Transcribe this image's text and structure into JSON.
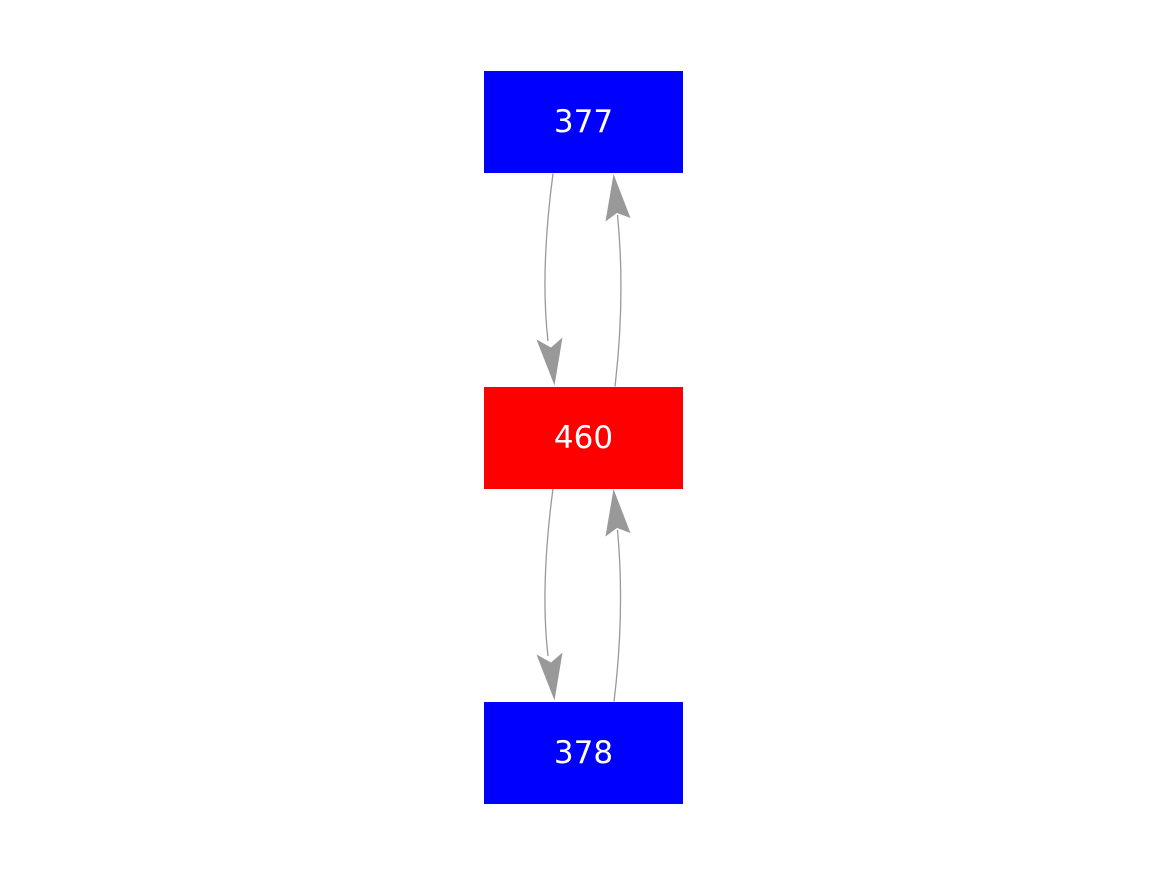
{
  "diagram": {
    "type": "directed-graph",
    "background": "#ffffff",
    "edge_color": "#999999",
    "nodes": [
      {
        "id": "377",
        "label": "377",
        "color": "#0000ff",
        "text_color": "#ffffff",
        "shape": "rect"
      },
      {
        "id": "460",
        "label": "460",
        "color": "#ff0000",
        "text_color": "#ffffff",
        "shape": "rect"
      },
      {
        "id": "378",
        "label": "378",
        "color": "#0000ff",
        "text_color": "#ffffff",
        "shape": "rect"
      }
    ],
    "edges": [
      {
        "from": "377",
        "to": "460",
        "style": "curved",
        "direction": "down"
      },
      {
        "from": "460",
        "to": "377",
        "style": "curved",
        "direction": "up"
      },
      {
        "from": "460",
        "to": "378",
        "style": "curved",
        "direction": "down"
      },
      {
        "from": "378",
        "to": "460",
        "style": "curved",
        "direction": "up"
      }
    ]
  }
}
